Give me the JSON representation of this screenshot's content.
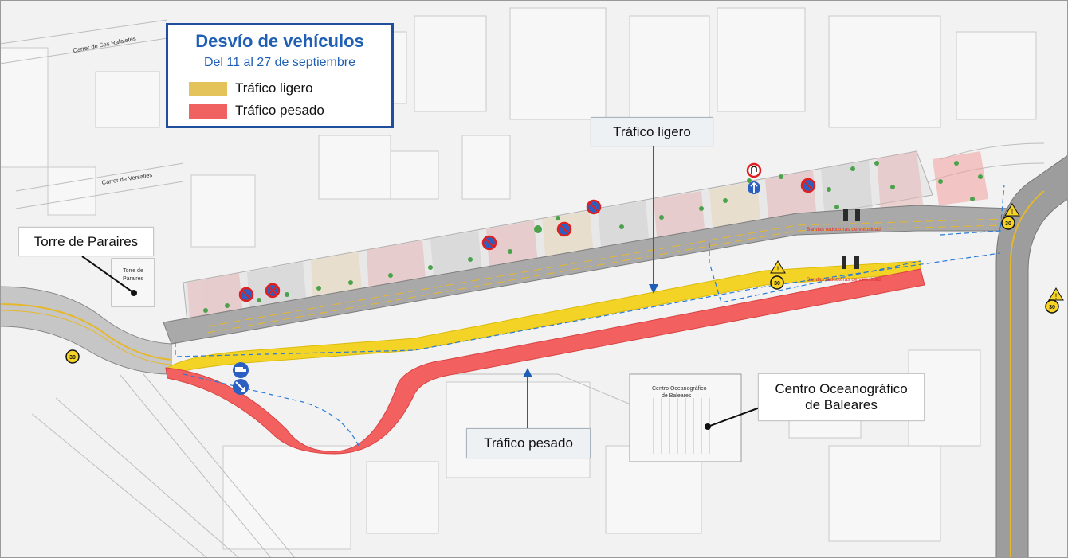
{
  "legend": {
    "title": "Desvío de vehículos",
    "subtitle": "Del 11 al 27 de septiembre",
    "items": [
      {
        "label": "Tráfico ligero",
        "color": "#e3c35a"
      },
      {
        "label": "Tráfico pesado",
        "color": "#f06262"
      }
    ]
  },
  "callouts": {
    "light_traffic": "Tráfico ligero",
    "heavy_traffic": "Tráfico pesado",
    "tower": "Torre de Paraires",
    "oceanographic_line1": "Centro Oceanográfico",
    "oceanographic_line2": "de Baleares"
  },
  "map_text": {
    "street_1": "Carrer de Ses Rafaletes",
    "street_2": "Carrer de Versalles",
    "tower_plan_line1": "Torre de",
    "tower_plan_line2": "Paraires",
    "centre_plan_line1": "Centro Oceanográfico",
    "centre_plan_line2": "de Baleares",
    "speed_bumps": "Bandas reductoras de velocidad",
    "speed_limit": "30"
  },
  "colors": {
    "light_route": "#f2d21c",
    "heavy_route": "#f26060",
    "road": "#a8a8a8",
    "arrow": "#1f5fb4"
  }
}
